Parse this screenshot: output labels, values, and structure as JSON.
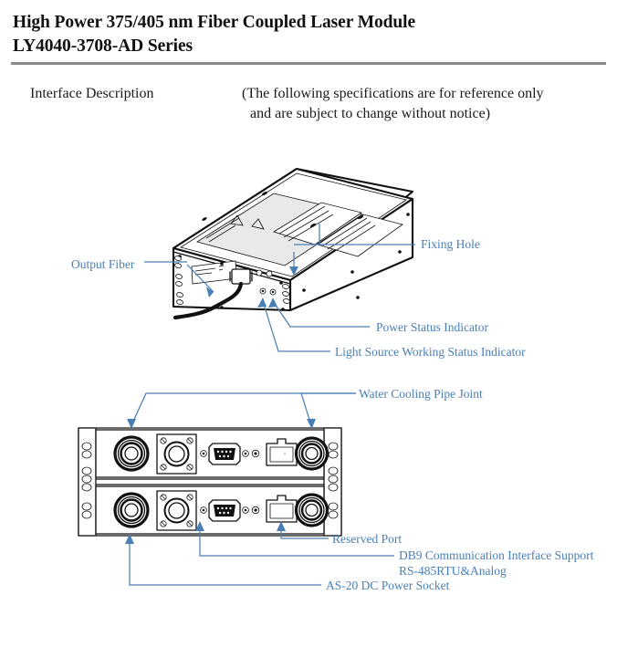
{
  "header": {
    "title_line1": "High Power 375/405 nm Fiber Coupled Laser Module",
    "title_line2": "LY4040-3708-AD Series",
    "section_label": "Interface Description",
    "note_line1": "(The following specifications are for reference only",
    "note_line2": "and are subject to change without notice)"
  },
  "colors": {
    "annotation_blue": "#4a7fb5",
    "rule_gray": "#8a8a8a",
    "line_black": "#111111"
  },
  "figures": {
    "isometric": {
      "name": "isometric-laser-module-view",
      "callouts": [
        {
          "id": "output-fiber",
          "label": "Output Fiber"
        },
        {
          "id": "fixing-hole",
          "label": "Fixing Hole"
        },
        {
          "id": "power-status",
          "label": "Power Status Indicator"
        },
        {
          "id": "light-source-status",
          "label": "Light Source Working Status Indicator"
        }
      ]
    },
    "front_panel": {
      "name": "front-panel-two-unit-view",
      "callouts": [
        {
          "id": "water-cooling",
          "label": "Water Cooling Pipe Joint"
        },
        {
          "id": "reserved-port",
          "label": "Reserved Port"
        },
        {
          "id": "db9-line1",
          "label": "DB9 Communication Interface Support"
        },
        {
          "id": "db9-line2",
          "label": "RS-485RTU&Analog"
        },
        {
          "id": "dc-power",
          "label": "AS-20 DC Power Socket"
        }
      ],
      "connectors": [
        {
          "id": "water-pipe-left",
          "type": "round-threaded-connector"
        },
        {
          "id": "dc-power-socket",
          "type": "square-flanged-socket"
        },
        {
          "id": "db9-port",
          "type": "db9-connector"
        },
        {
          "id": "reserved-port",
          "type": "rj45-jack"
        },
        {
          "id": "water-pipe-right",
          "type": "round-threaded-connector"
        }
      ]
    }
  }
}
